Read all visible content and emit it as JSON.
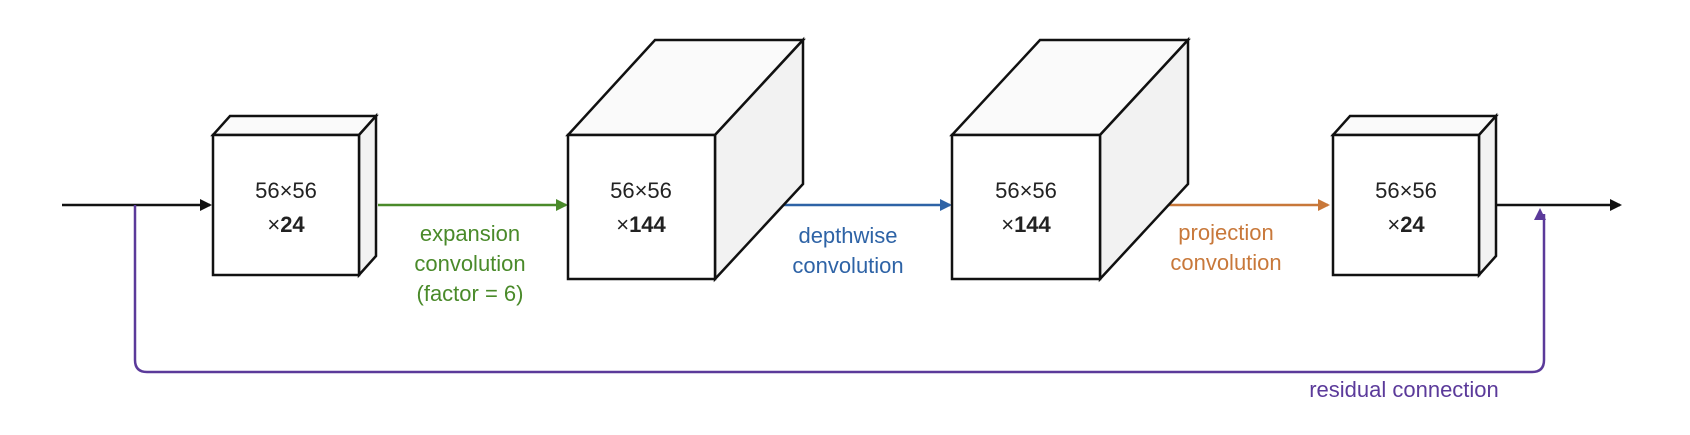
{
  "blocks": [
    {
      "spatial": "56×56",
      "channels_prefix": "×",
      "channels": "24"
    },
    {
      "spatial": "56×56",
      "channels_prefix": "×",
      "channels": "144"
    },
    {
      "spatial": "56×56",
      "channels_prefix": "×",
      "channels": "144"
    },
    {
      "spatial": "56×56",
      "channels_prefix": "×",
      "channels": "24"
    }
  ],
  "operations": {
    "expansion": {
      "lines": [
        "expansion",
        "convolution",
        "(factor = 6)"
      ],
      "color": "#4a8a2a"
    },
    "depthwise": {
      "lines": [
        "depthwise",
        "convolution"
      ],
      "color": "#2e63a6"
    },
    "projection": {
      "lines": [
        "projection",
        "convolution"
      ],
      "color": "#c8783a"
    },
    "residual": {
      "label": "residual connection",
      "color": "#5b3a9a"
    }
  },
  "colors": {
    "box_stroke": "#111111",
    "box_front": "#ffffff",
    "box_side": "#f2f2f2",
    "box_top": "#fafafa",
    "main_arrow": "#111111"
  }
}
